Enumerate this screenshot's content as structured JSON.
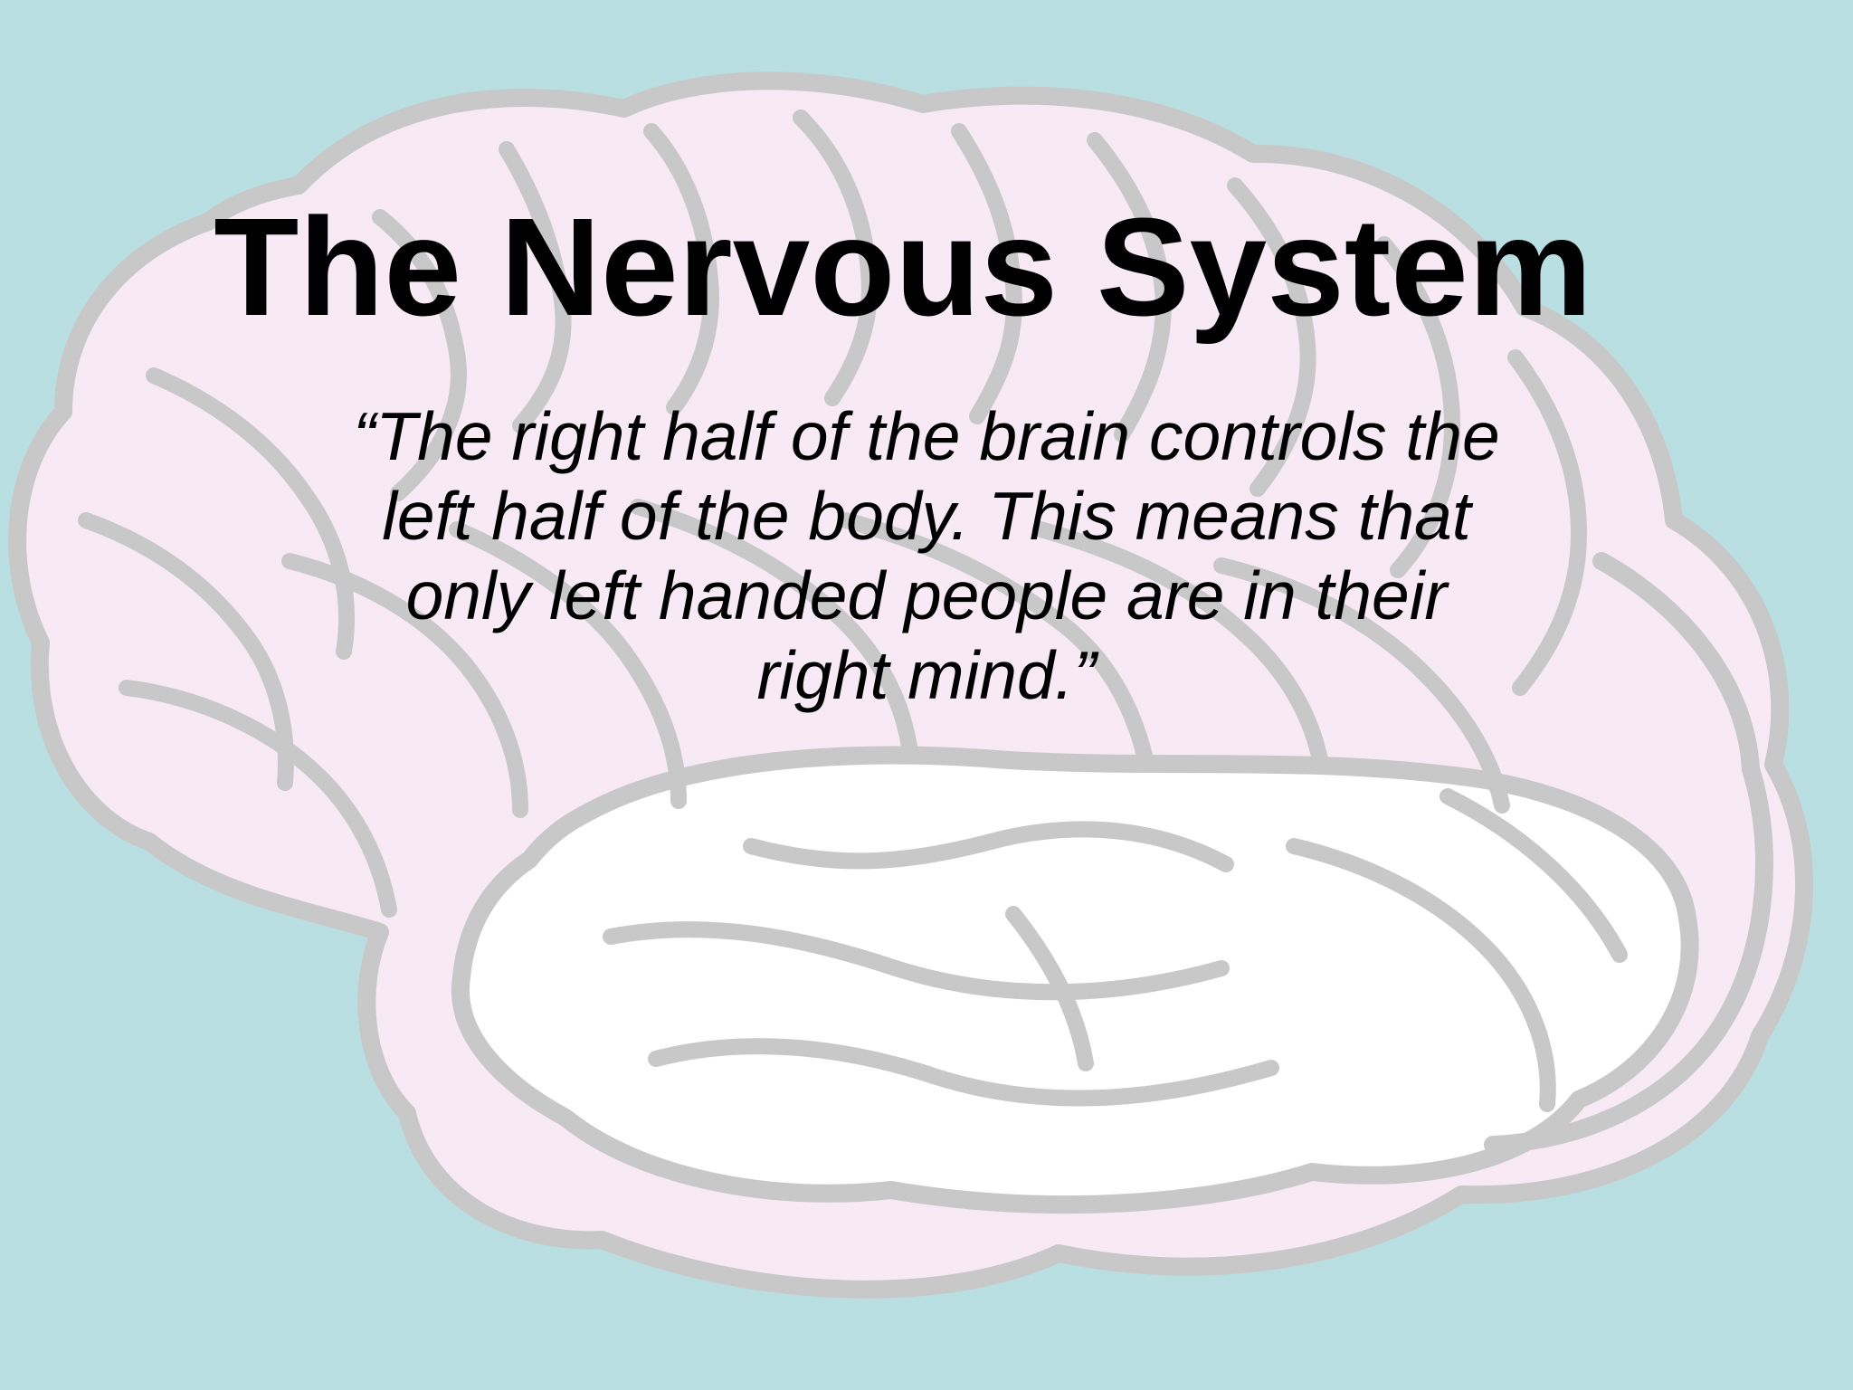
{
  "slide": {
    "title": "The Nervous System",
    "quote_lines": [
      "“The right half of the brain controls the",
      "left half of the body. This means that",
      "only left handed people are in their",
      "right mind.”"
    ]
  },
  "brain_illustration": {
    "icon": "brain-illustration",
    "fill_colors": {
      "background": "#b9dfe3",
      "upper_lobes": "#f7eaf4",
      "lower_lobe": "#ffffff",
      "outline": "#c8c8c8"
    }
  }
}
